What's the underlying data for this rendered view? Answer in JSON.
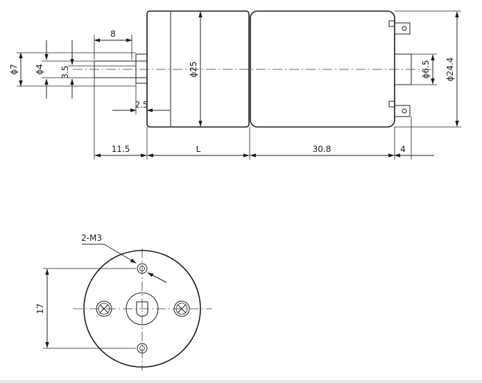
{
  "labels": {
    "shaft_length": "8",
    "dia_7": "ϕ7",
    "dia_4": "ϕ4",
    "flat_3_5": "3.5",
    "dia_25": "ϕ25",
    "flange_2_5": "2.5",
    "len_11_5": "11.5",
    "len_L": "L",
    "len_30_8": "30.8",
    "len_4": "4",
    "dia_6_5": "ϕ6.5",
    "dia_24_4": "ϕ24.4",
    "holes": "2-M3",
    "hole_spacing": "17"
  }
}
